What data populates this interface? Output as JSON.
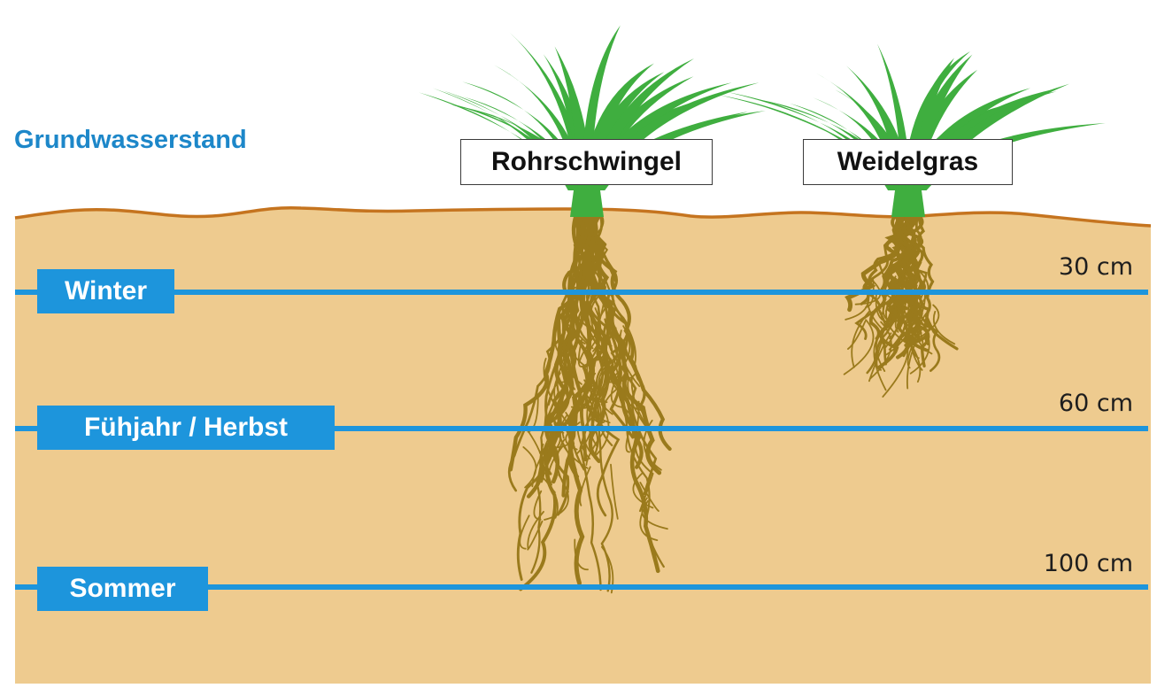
{
  "title": "Grundwasserstand",
  "colors": {
    "soil": "#eecb8f",
    "surface_line": "#c5741f",
    "water": "#1d95dc",
    "title": "#1d87c9",
    "grass": "#3fae3f",
    "root": "#9a7a1c"
  },
  "water_levels": [
    {
      "season": "Winter",
      "depth": "30 cm"
    },
    {
      "season": "Fühjahr / Herbst",
      "depth": "60 cm"
    },
    {
      "season": "Sommer",
      "depth": "100 cm"
    }
  ],
  "plants": [
    {
      "name": "Rohrschwingel",
      "icon": "tall-fescue-grass-icon"
    },
    {
      "name": "Weidelgras",
      "icon": "ryegrass-icon"
    }
  ]
}
